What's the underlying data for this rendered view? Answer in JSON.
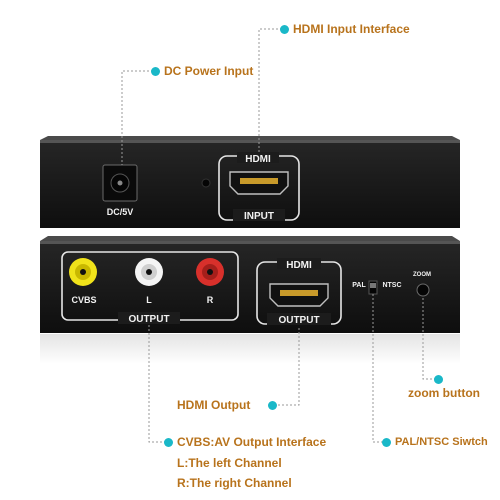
{
  "callouts": {
    "hdmi_input": "HDMI Input Interface",
    "dc_power": "DC Power Input",
    "zoom_button": "zoom button",
    "hdmi_output": "HDMI Output",
    "cvbs": "CVBS:AV Output Interface",
    "left_channel": "L:The left Channel",
    "right_channel": "R:The right Channel",
    "pal_ntsc": "PAL/NTSC Siwtch"
  },
  "device_labels": {
    "dc": "DC/5V",
    "hdmi_top": "HDMI",
    "input": "INPUT",
    "cvbs": "CVBS",
    "l": "L",
    "r": "R",
    "av_output": "OUTPUT",
    "hdmi_bottom": "HDMI",
    "hdmi_output": "OUTPUT",
    "pal": "PAL",
    "ntsc": "NTSC",
    "zoom": "ZOOM"
  },
  "colors": {
    "callout_text": "#b8731c",
    "dot": "#1ab8c8",
    "device_body": "#1c1c1c",
    "rca_yellow": "#f0e21a",
    "rca_white": "#f4f4f4",
    "rca_red": "#d8302b"
  }
}
